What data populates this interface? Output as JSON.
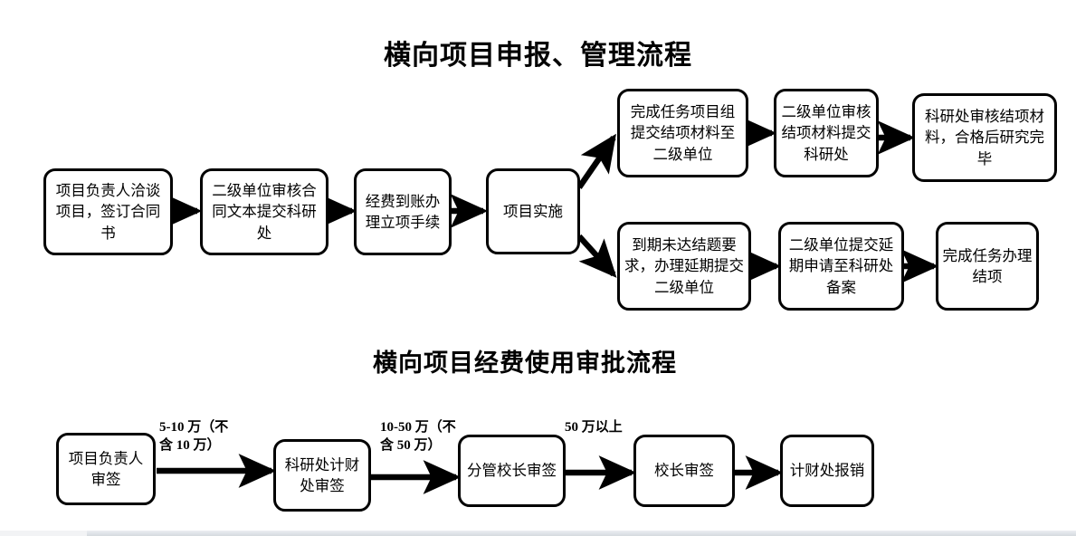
{
  "diagram": {
    "section1": {
      "title": "横向项目申报、管理流程",
      "nodes": [
        {
          "id": "n1",
          "text": "项目负责人洽谈项目，签订合同书"
        },
        {
          "id": "n2",
          "text": "二级单位审核合同文本提交科研处"
        },
        {
          "id": "n3",
          "text": "经费到账办理立项手续"
        },
        {
          "id": "n4",
          "text": "项目实施"
        },
        {
          "id": "n5",
          "text": "完成任务项目组提交结项材料至二级单位"
        },
        {
          "id": "n6",
          "text": "二级单位审核结项材料提交科研处"
        },
        {
          "id": "n7",
          "text": "科研处审核结项材料，合格后研究完毕"
        },
        {
          "id": "n8",
          "text": "到期未达结题要求，办理延期提交二级单位"
        },
        {
          "id": "n9",
          "text": "二级单位提交延期申请至科研处备案"
        },
        {
          "id": "n10",
          "text": "完成任务办理结项"
        }
      ]
    },
    "section2": {
      "title": "横向项目经费使用审批流程",
      "nodes": [
        {
          "id": "b1",
          "text": "项目负责人审签"
        },
        {
          "id": "b2",
          "text": "科研处计财处审签"
        },
        {
          "id": "b3",
          "text": "分管校长审签"
        },
        {
          "id": "b4",
          "text": "校长审签"
        },
        {
          "id": "b5",
          "text": "计财处报销"
        }
      ],
      "edge_labels": [
        {
          "id": "l1",
          "line1": "5-10 万（不",
          "line2": "含 10 万）"
        },
        {
          "id": "l2",
          "line1": "10-50 万（不",
          "line2": "含 50 万）"
        },
        {
          "id": "l3",
          "line1": "50 万以上",
          "line2": ""
        }
      ]
    },
    "colors": {
      "stroke": "#000000",
      "fill": "#ffffff",
      "text": "#000000",
      "page_background": "#ffffff"
    }
  }
}
